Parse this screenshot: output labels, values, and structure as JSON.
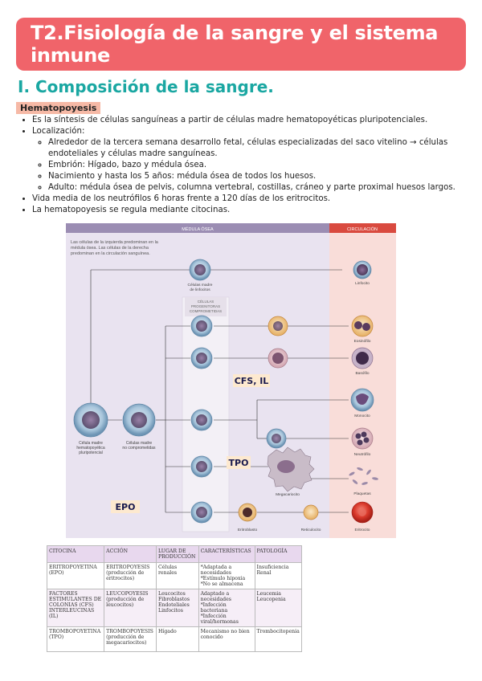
{
  "header": {
    "title": "T2.Fisiología de la sangre y el sistema inmune"
  },
  "section": {
    "title": "I. Composición de la sangre."
  },
  "tag": "Hematopoyesis",
  "bullets": {
    "b1": "Es la síntesis de células sanguíneas a partir de células madre hematopoyéticas pluripotenciales.",
    "b2": "Localización:",
    "b2_sub1": "Alrededor de la tercera semana desarrollo fetal, células especializadas del saco vitelino → células endoteliales y células madre sanguíneas.",
    "b2_sub2": "Embrión: Hígado, bazo y médula ósea.",
    "b2_sub3": "Nacimiento y hasta los 5 años: médula ósea de todos los huesos.",
    "b2_sub4": "Adulto: médula ósea de pelvis, columna vertebral, costillas, cráneo y parte proximal huesos largos.",
    "b3": "Vida media de los neutrófilos 6 horas frente a 120 días de los eritrocitos.",
    "b4": "La hematopoyesis se regula mediante citocinas."
  },
  "diagram": {
    "header_medula": "MÉDULA ÓSEA",
    "header_circulacion": "CIRCULACIÓN",
    "intro_text_1": "Las células de la izquierda predominan en la",
    "intro_text_2": "médula ósea. Las células de la derecha",
    "intro_text_3": "predominan en la circulación sanguínea.",
    "progenitoras_1": "CÉLULAS",
    "progenitoras_2": "PROGENITORAS",
    "progenitoras_3": "COMPROMETIDAS",
    "madre_linfocitos_1": "Células madre",
    "madre_linfocitos_2": "de linfocitos",
    "pluripotencial_1": "Célula madre",
    "pluripotencial_2": "hematopoyética",
    "pluripotencial_3": "pluripotencial",
    "no_comprometidas_1": "Células madre",
    "no_comprometidas_2": "no comprometidas",
    "cfs_il": "CFS, IL",
    "tpo": "TPO",
    "epo": "EPO",
    "megacariocito": "Megacariocito",
    "eritroblasto": "Eritroblasto",
    "reticulocito": "Reticulocito",
    "linfocito": "Linfocito",
    "eosinofilo": "Eosinófilo",
    "basofilo": "Basófilo",
    "monocito": "Monocito",
    "neutrofilo": "Neutrófilo",
    "plaquetas": "Plaquetas",
    "eritrocito": "Eritrocito"
  },
  "table": {
    "headers": [
      "CITOCINA",
      "ACCIÓN",
      "LUGAR DE PRODUCCIÓN",
      "CARACTERÍSTICAS",
      "PATOLOGÍA"
    ],
    "rows": [
      [
        "ERITROPOYETINA (EPO)",
        "ERITROPOYESIS (producción de eritrocitos)",
        "Células renales",
        "*Adaptada a necesidades *Estímulo hipoxia *No se almacena",
        "Insuficiencia Renal"
      ],
      [
        "FACTORES ESTIMULANTES DE COLONIAS (CFS) INTERLEUCINAS (IL)",
        "LEUCOPOYESIS (producción de leucocitos)",
        "Leucocitos Fibroblastos Endoteliales Linfocitos",
        "Adaptado a necesidades *Infección bacteriana *Infección viral/hormonas",
        "Leucemia Leucopenia"
      ],
      [
        "TROMBOPOYETINA (TPO)",
        "TROMBOPOYESIS (producción de megacariocitos)",
        "Hígado",
        "Mecanismo no bien conocido",
        "Trombocitopenia"
      ]
    ]
  },
  "colors": {
    "banner": "#f0646a",
    "section": "#1aa7a2",
    "tag": "#f6b9a6",
    "medula_bg": "#e9e3f0",
    "circulacion_bg": "#f9ddd9",
    "header_red": "#d94a3f"
  }
}
